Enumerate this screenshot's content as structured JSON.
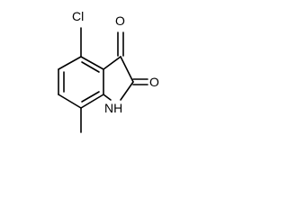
{
  "molecule": {
    "labels": {
      "chlorine": "Cl",
      "oxygen_top": "O",
      "oxygen_right": "O",
      "amine": "NH"
    },
    "colors": {
      "bond": "#000000",
      "label": "#000000",
      "background": "#ffffff"
    }
  }
}
